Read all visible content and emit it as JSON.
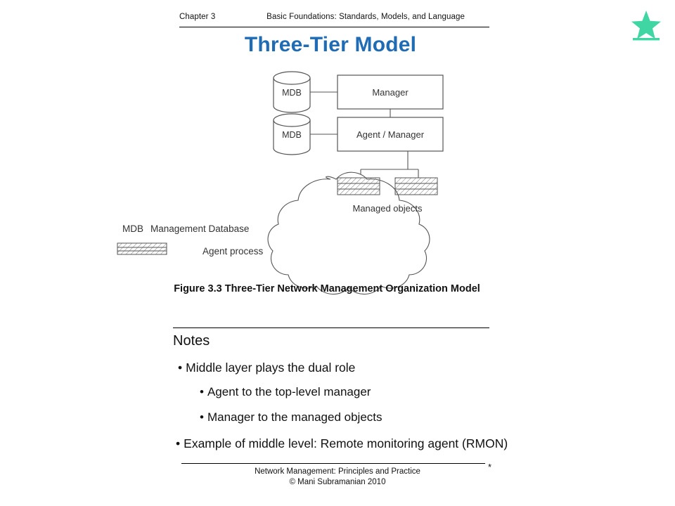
{
  "header": {
    "chapter": "Chapter 3",
    "subject": "Basic Foundations:  Standards, Models, and Language"
  },
  "logo": {
    "icon": "star-icon",
    "color": "#3fd6a4"
  },
  "title": "Three-Tier Model",
  "figure": {
    "nodes": {
      "mdb_top": "MDB",
      "mdb_bottom": "MDB",
      "manager": "Manager",
      "agent_manager": "Agent / Manager",
      "managed_objects": "Managed objects"
    },
    "legend": [
      {
        "key": "MDB",
        "label": "Management Database"
      },
      {
        "key": "hatched-box",
        "label": "Agent process"
      }
    ],
    "caption": "Figure 3.3  Three-Tier Network Management Organization Model"
  },
  "notes": {
    "heading": "Notes",
    "bullets": [
      {
        "marker": "•",
        "text": "Middle layer plays the dual role",
        "level": 1
      },
      {
        "marker": "•",
        "text": "Agent to the top-level manager",
        "level": 2
      },
      {
        "marker": "•",
        "text": "Manager to the managed objects",
        "level": 2
      },
      {
        "marker": "•",
        "text": "Example of middle level: Remote monitoring agent (RMON)",
        "level": 1
      }
    ]
  },
  "footer": {
    "line1": "Network Management: Principles and Practice",
    "line2": "© Mani Subramanian 2010",
    "asterisk": "*"
  }
}
